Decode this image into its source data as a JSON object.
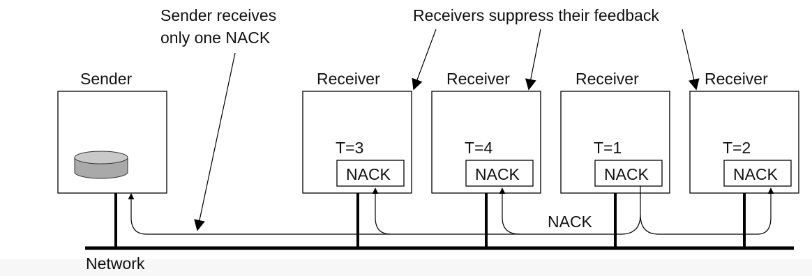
{
  "annotations": {
    "sender_note_line1": "Sender receives",
    "sender_note_line2": "only one NACK",
    "receivers_note": "Receivers suppress their feedback"
  },
  "sender": {
    "label": "Sender"
  },
  "receivers": [
    {
      "label": "Receiver",
      "timer": "T=3",
      "message": "NACK"
    },
    {
      "label": "Receiver",
      "timer": "T=4",
      "message": "NACK"
    },
    {
      "label": "Receiver",
      "timer": "T=1",
      "message": "NACK"
    },
    {
      "label": "Receiver",
      "timer": "T=2",
      "message": "NACK"
    }
  ],
  "network": {
    "label": "Network",
    "multicast_label": "NACK"
  }
}
